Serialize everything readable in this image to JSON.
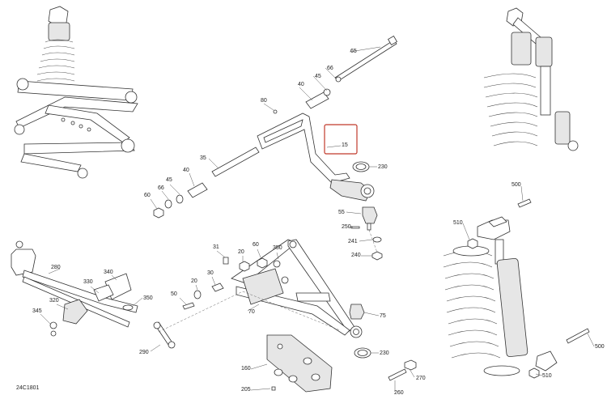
{
  "diagram": {
    "drawing_code": "24C1801",
    "highlighted_label": "15",
    "labels": [
      "65",
      "66",
      "45",
      "40",
      "80",
      "15",
      "35",
      "230",
      "60",
      "66",
      "45",
      "40",
      "55",
      "250",
      "241",
      "240",
      "500",
      "510",
      "280",
      "340",
      "330",
      "320",
      "345",
      "350",
      "31",
      "20",
      "60",
      "30",
      "350",
      "50",
      "20",
      "70",
      "75",
      "290",
      "230",
      "160",
      "205",
      "260",
      "270",
      "500",
      "510"
    ]
  }
}
